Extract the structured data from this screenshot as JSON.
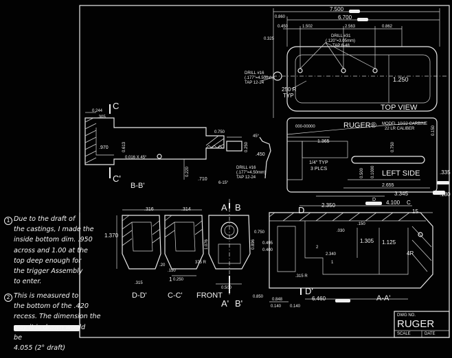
{
  "drawing": {
    "brand": "RUGER",
    "brand_reg": "RUGER®",
    "model_text": "MODEL 10/22 CARBINE",
    "caliber_text": "22 LR CALIBER",
    "serial_text": "000-00000",
    "title_block": {
      "dwg_label": "DWG NO.",
      "scale_label": "SCALE",
      "date_label": "DATE"
    }
  },
  "views": {
    "top_view": "TOP VIEW",
    "left_side": "LEFT SIDE",
    "section_bb": "B-B'",
    "section_dd": "D-D'",
    "section_cc": "C-C'",
    "front": "FRONT",
    "section_aa": "A-A'"
  },
  "cut_markers": {
    "c": "C",
    "c_prime": "C'",
    "a": "A",
    "a_prime": "A'",
    "b": "B",
    "b_prime": "B'",
    "d": "D",
    "d_prime": "D'"
  },
  "top_view": {
    "dim_overall": "7.500",
    "dim_6700": "6.700",
    "dim_0860": "0.860",
    "dim_0450": "0.450",
    "dim_1502": "1.502",
    "dim_2563": "2.563",
    "dim_0862": "0.862",
    "dim_0325": "0.325",
    "dim_1250": "1.250",
    "drill31": "DRILL #31",
    "drill31_size": "(.120\"=3.05mm)",
    "tap648": "TAP 6-48",
    "drill16": "DRILL #16",
    "drill16_size": "(.177\"=4.50mm)",
    "tap1224": "TAP 12-24",
    "radius": "250 R",
    "typ": "TYP"
  },
  "section_bb": {
    "dim_0244": "0.244",
    "dim_305": ".305",
    "dim_970": ".970",
    "dim_0613": "0.613",
    "chamfer": "0.016 X 45°",
    "dim_0750": "0.750",
    "dim_0250": "0.250",
    "dim_0220": "0.220",
    "dim_710": ".710",
    "dim_6152": "6-15°",
    "drill16": "DRILL #16",
    "drill16_size": "(.177\"=4.50mm)",
    "tap1224": "TAP 12-24",
    "dim_45": "45°",
    "dim_450": ".450"
  },
  "left_side": {
    "dim_1365": "1.365",
    "dim_0750": "0.750",
    "dim_0150": "0.150",
    "typ_plcs": "1/4\" TYP",
    "plcs": "3 PLCS",
    "dim_0500": "0.500",
    "dim_2655": "2.655",
    "dim_3345": "3.345",
    "dim_4100": "4.100",
    "dim_335": ".335",
    "dim_180": ".180",
    "dim_01000": "0.1000",
    "circle_d": "D",
    "circle_c": "C"
  },
  "front_sections": {
    "dim_1370": "1.370",
    "dim_316": ".316",
    "dim_314": ".314",
    "dim_1076": "1.076",
    "dim_0896": "0.896",
    "dim_0750": "0.750",
    "dim_0250": "0.250",
    "dim_0500": "0.500",
    "dim_0850": "0.850",
    "dim_0495": "0.495",
    "dim_0400": "0.400",
    "dim_0140": "0.140",
    "dim_150": ".150",
    "dim_20": ".20",
    "dim_375r": "375 R",
    "dim_315": ".315",
    "circle_1": "1"
  },
  "section_aa": {
    "dim_2350": "2.350",
    "dim_15": "15",
    "dim_1305": "1.305",
    "dim_1125": "1.125",
    "dim_150": ".150",
    "dim_030": ".030",
    "dim_2340": "2.340",
    "dim_6460": "6.460",
    "dim_0848": "0.848",
    "dim_0140": "0.140",
    "dim_r": "4R",
    "dim_2": "2",
    "dim_1": "1",
    "dim_0315r": ".315 R"
  },
  "notes": {
    "note1_marker": "1",
    "note1_lines": [
      "Due to the draft of",
      "the castings, I made the",
      "inside bottom dim. .950",
      "across and 1.00 at the",
      "top deep enough for",
      "the trigger Assembly",
      "to enter."
    ],
    "note2_marker": "2",
    "note2_lines": [
      "This is measured to",
      "the bottom of the .420",
      "recess. The dimension the",
      "way it is drawn would",
      "be",
      "4.055 (2° draft)"
    ]
  }
}
